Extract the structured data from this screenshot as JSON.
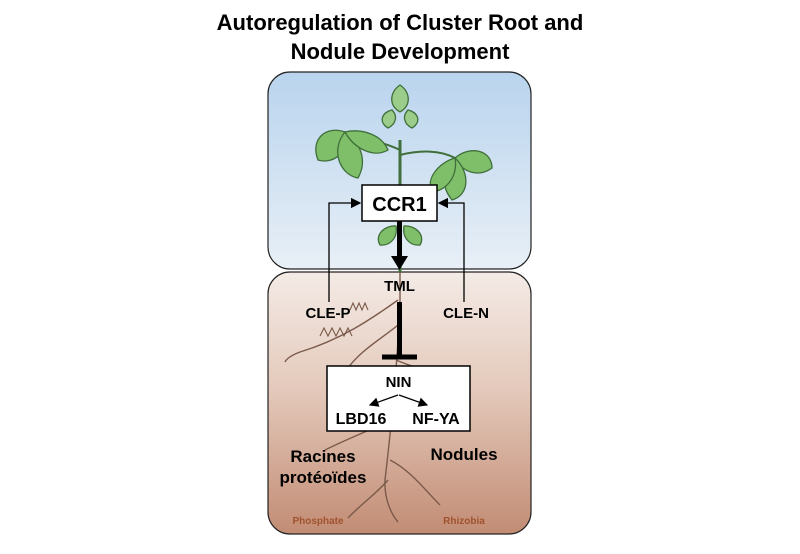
{
  "title": {
    "line1": "Autoregulation of Cluster Root and",
    "line2": "Nodule Development"
  },
  "nodes": {
    "ccr1": "CCR1",
    "tml": "TML",
    "cle_p": "CLE-P",
    "cle_n": "CLE-N",
    "nin": "NIN",
    "lbd16": "LBD16",
    "nfya": "NF-YA"
  },
  "labels": {
    "racines_line1": "Racines",
    "racines_line2": "protéoïdes",
    "nodules": "Nodules",
    "phosphate": "Phosphate",
    "rhizobia": "Rhizobia"
  },
  "colors": {
    "shoot_top": "#bcd6ef",
    "shoot_bottom": "#e6eef6",
    "soil_top": "#f3e8e3",
    "soil_bottom": "#c48f78",
    "leaf": "#7fbf6a",
    "leaf_dark": "#3f6f3a",
    "root": "#8a6a5a",
    "soil_label": "#a0522d"
  }
}
